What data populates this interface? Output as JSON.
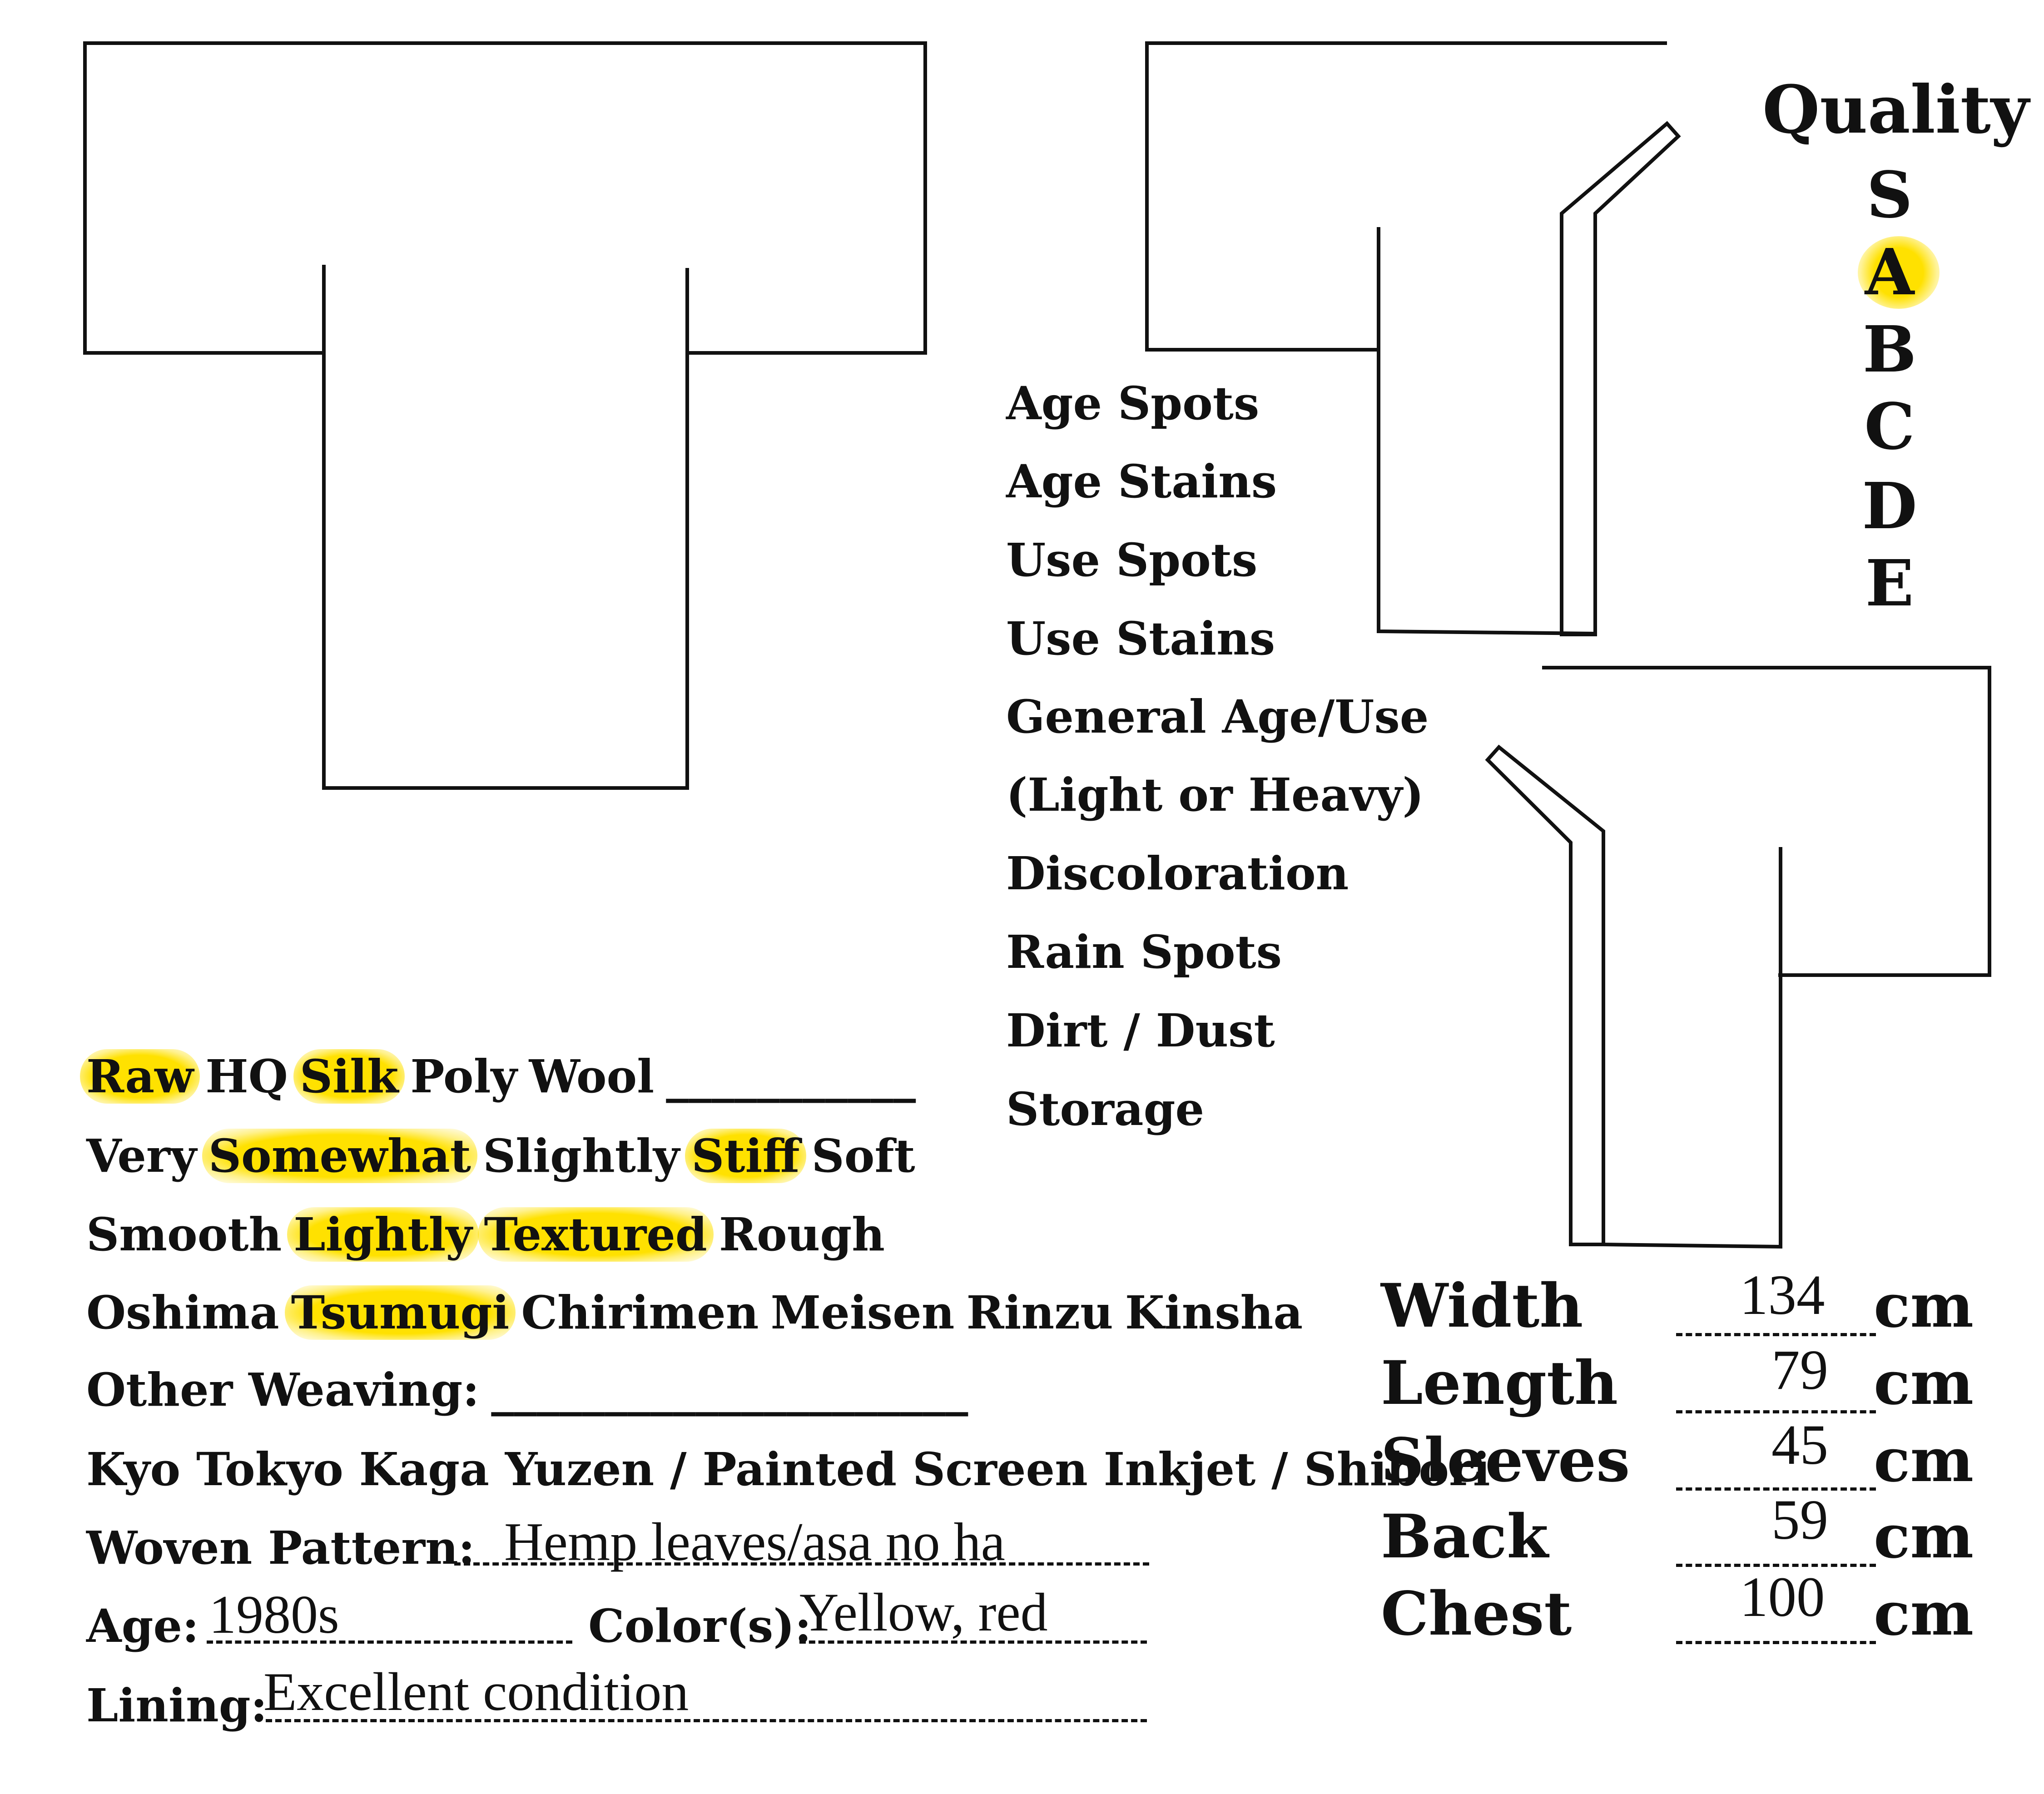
{
  "quality": {
    "label": "Quality",
    "grades": [
      "S",
      "A",
      "B",
      "C",
      "D",
      "E"
    ],
    "selected": "A",
    "highlight_color": "#ffe100"
  },
  "condition_list": [
    "Age Spots",
    "Age Stains",
    "Use Spots",
    "Use Stains",
    "General Age/Use",
    "(Light or Heavy)",
    "Discoloration",
    "Rain Spots",
    "Dirt / Dust",
    "Storage"
  ],
  "material_rows": [
    {
      "options": [
        {
          "text": "Raw",
          "selected": true
        },
        {
          "text": "HQ",
          "selected": false
        },
        {
          "text": "Silk",
          "selected": true
        },
        {
          "text": "Poly",
          "selected": false
        },
        {
          "text": "Wool",
          "selected": false
        },
        {
          "text": "___________",
          "selected": false
        }
      ]
    },
    {
      "options": [
        {
          "text": "Very",
          "selected": false
        },
        {
          "text": "Somewhat",
          "selected": true
        },
        {
          "text": "Slightly",
          "selected": false
        },
        {
          "text": "Stiff",
          "selected": true
        },
        {
          "text": "Soft",
          "selected": false
        }
      ]
    },
    {
      "options": [
        {
          "text": "Smooth",
          "selected": false
        },
        {
          "text": "Lightly",
          "selected": true
        },
        {
          "text": "Textured",
          "selected": true
        },
        {
          "text": "Rough",
          "selected": false
        }
      ]
    },
    {
      "options": [
        {
          "text": "Oshima",
          "selected": false
        },
        {
          "text": "Tsumugi",
          "selected": true
        },
        {
          "text": "Chirimen",
          "selected": false
        },
        {
          "text": "Meisen",
          "selected": false
        },
        {
          "text": "Rinzu",
          "selected": false
        },
        {
          "text": "Kinsha",
          "selected": false
        }
      ]
    }
  ],
  "other_weaving": {
    "label": "Other Weaving:",
    "blank": "_____________________"
  },
  "dye_row": "Kyo Tokyo Kaga Yuzen / Painted Screen Inkjet / Shibori",
  "woven_pattern": {
    "label": "Woven Pattern:",
    "value": "Hemp leaves/asa no ha"
  },
  "age": {
    "label": "Age:",
    "value": "1980s"
  },
  "colors": {
    "label": "Color(s):",
    "value": "Yellow, red"
  },
  "lining": {
    "label": "Lining:",
    "value": "Excellent condition"
  },
  "measurements": {
    "unit": "cm",
    "items": [
      {
        "label": "Width",
        "value": "134"
      },
      {
        "label": "Length",
        "value": "79"
      },
      {
        "label": "Sleeves",
        "value": "45"
      },
      {
        "label": "Back",
        "value": "59"
      },
      {
        "label": "Chest",
        "value": "100"
      }
    ]
  }
}
